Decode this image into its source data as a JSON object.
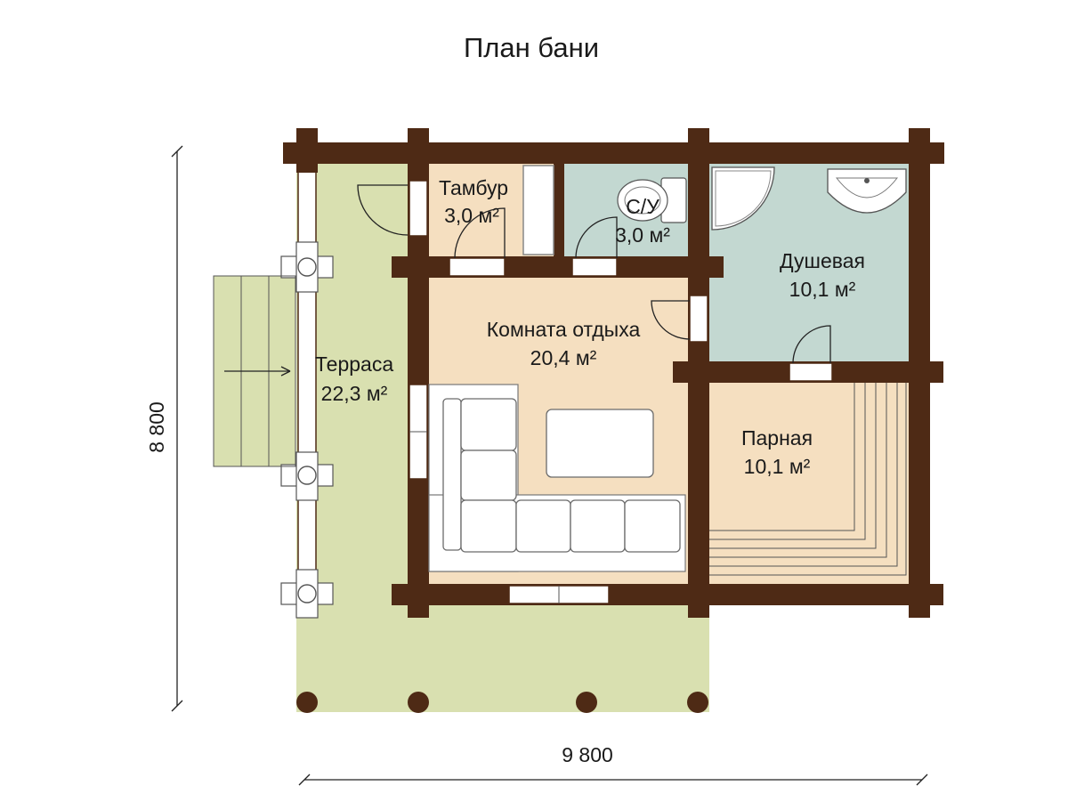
{
  "title": "План бани",
  "rooms": {
    "tambur": {
      "name": "Тамбур",
      "area": "3,0 м²"
    },
    "su": {
      "name": "С/У",
      "area": "3,0 м²"
    },
    "dushevaya": {
      "name": "Душевая",
      "area": "10,1 м²"
    },
    "komnata": {
      "name": "Комната отдыха",
      "area": "20,4 м²"
    },
    "terrasa": {
      "name": "Терраса",
      "area": "22,3 м²"
    },
    "parnaya": {
      "name": "Парная",
      "area": "10,1 м²"
    }
  },
  "dimensions": {
    "width": "9 800",
    "height": "8 800"
  },
  "colors": {
    "wall": "#4e2a15",
    "terrace": "#d9e0b0",
    "stairs": "#d9e0b0",
    "rest_room": "#f5dfc0",
    "tambur": "#f5dfc0",
    "su": "#c3d8d1",
    "shower": "#c3d8d1",
    "steam": "#f5dfc0"
  }
}
